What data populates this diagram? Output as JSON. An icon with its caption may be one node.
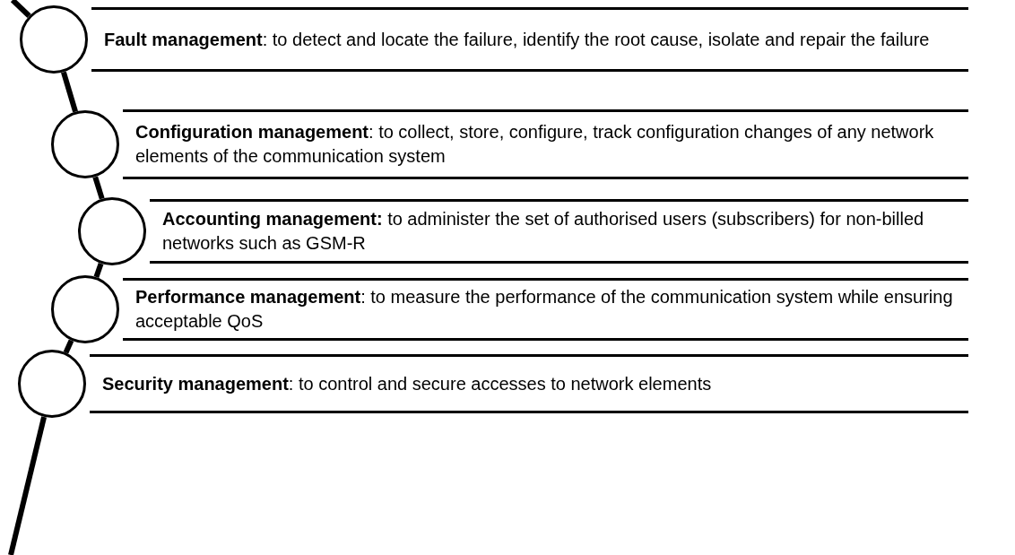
{
  "diagram": {
    "nodes": [
      {
        "text": [],
        "shape": "circle"
      },
      {
        "text": [
          "**Fault management**: to detect and locate the failure, identify the root cause, isolate and repair the failure"
        ]
      },
      {
        "text": [],
        "shape": "circle"
      },
      {
        "text": [
          "**Configuration management**: to collect, store, configure, track configuration changes of any network elements of the communication system"
        ]
      },
      {
        "text": [],
        "shape": "circle"
      },
      {
        "text": [
          "**Accounting management:** to administer the set of authorised users (subscribers) for non-billed networks such as GSM-R"
        ]
      },
      {
        "text": [],
        "shape": "circle"
      },
      {
        "text": [
          "**Performance management**: to measure the performance of the communication system while ensuring acceptable QoS"
        ]
      },
      {
        "text": [],
        "shape": "circle"
      },
      {
        "text": [
          "**Security management**: to control and secure accesses to network elements"
        ]
      }
    ],
    "edges": [
      {
        "from": null,
        "to": 0,
        "arrow": "none"
      },
      {
        "from": 0,
        "to": 2,
        "arrow": "none"
      },
      {
        "from": 2,
        "to": 4,
        "arrow": "none"
      },
      {
        "from": 4,
        "to": 6,
        "arrow": "none"
      },
      {
        "from": 6,
        "to": 8,
        "arrow": "none"
      },
      {
        "from": 8,
        "to": null,
        "arrow": "none"
      }
    ]
  }
}
